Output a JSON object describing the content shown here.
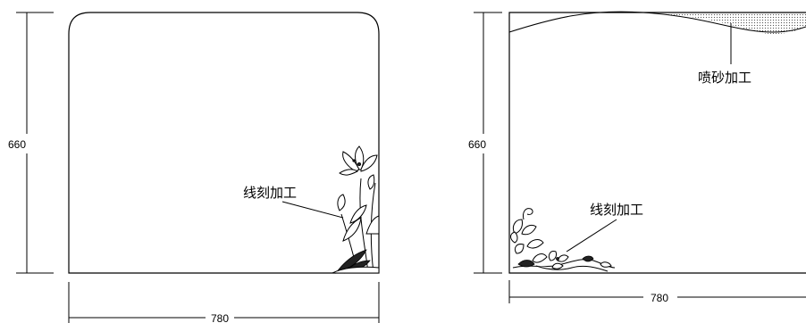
{
  "left_panel": {
    "height_dim": "660",
    "width_dim": "780",
    "callout_label": "线刻加工"
  },
  "right_panel": {
    "height_dim": "660",
    "width_dim": "780",
    "sandblast_label": "喷砂加工",
    "callout_label": "线刻加工"
  },
  "colors": {
    "line": "#000000",
    "background": "#ffffff",
    "sandblast_fill": "#b8b8b8"
  },
  "icons": [
    "lily-flower-carving",
    "vine-flower-carving"
  ]
}
